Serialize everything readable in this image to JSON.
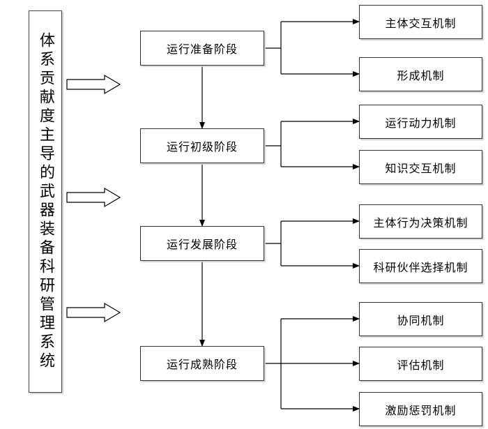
{
  "system_title": "体系贡献度主导的武器装备科研管理系统",
  "stages": [
    {
      "label": "运行准备阶段"
    },
    {
      "label": "运行初级阶段"
    },
    {
      "label": "运行发展阶段"
    },
    {
      "label": "运行成熟阶段"
    }
  ],
  "mechanisms": [
    {
      "label": "主体交互机制"
    },
    {
      "label": "形成机制"
    },
    {
      "label": "运行动力机制"
    },
    {
      "label": "知识交互机制"
    },
    {
      "label": "主体行为决策机制"
    },
    {
      "label": "科研伙伴选择机制"
    },
    {
      "label": "协同机制"
    },
    {
      "label": "评估机制"
    },
    {
      "label": "激励惩罚机制"
    }
  ]
}
